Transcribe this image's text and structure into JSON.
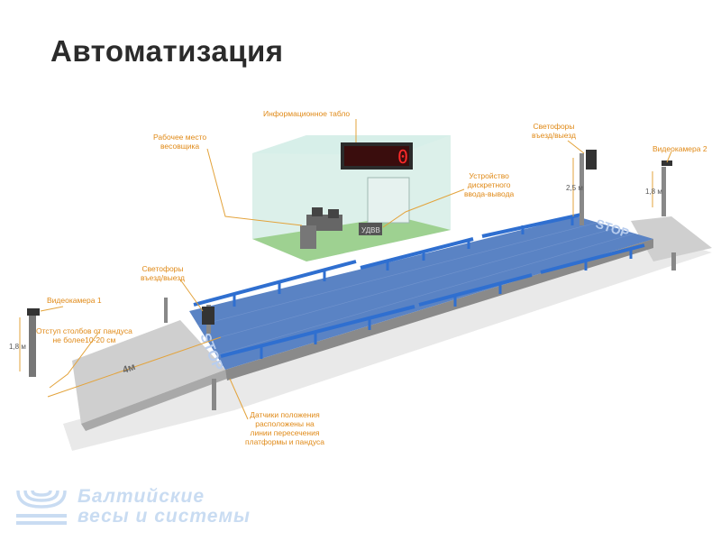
{
  "title": "Автоматизация",
  "labels": {
    "info_board": "Информационное табло",
    "operator_place": [
      "Рабочее место",
      "весовщика"
    ],
    "io_device": [
      "Устройство",
      "дискретного",
      "ввода-вывода"
    ],
    "lights_right": [
      "Светофоры",
      "въезд/выезд"
    ],
    "camera_2": "Видеокамера 2",
    "lights_left": [
      "Светофоры",
      "въезд/выезд"
    ],
    "camera_1": "Видеокамера 1",
    "offset_note": [
      "Отступ столбов от пандуса",
      "не более10-20 см"
    ],
    "sensors_note": [
      "Датчики положения",
      "расположены на",
      "линии пересечения",
      "платформы и пандуса"
    ]
  },
  "dimensions": {
    "pole_right": "2,5 м",
    "camera_right": "1,8 м",
    "camera_left": "1,8 м",
    "ramp": "4м"
  },
  "scene_marks": {
    "stop": "STOP",
    "board_digit": "0",
    "device": "УДВВ"
  },
  "logo": {
    "line1": "Балтийские",
    "line2": "весы и системы"
  },
  "colors": {
    "title": "#2b2b2b",
    "label": "#e08a18",
    "platform": "#5a83c4",
    "rail": "#2f6fd0",
    "ramp": "#c9c9c9",
    "logo": "#c9dcf2"
  }
}
